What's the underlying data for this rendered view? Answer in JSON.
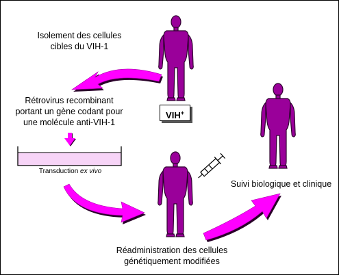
{
  "labels": {
    "isolation": [
      "Isolement des cellules",
      "cibles du VIH-1"
    ],
    "retrovirus": [
      "Rétrovirus recombinant",
      "portant un gène codant pour",
      "une molécule anti-VIH-1"
    ],
    "transduction_prefix": "Transduction ",
    "transduction_italic": "ex vivo",
    "suivi": "Suivi biologique et clinique",
    "readmin": [
      "Réadministration des cellules",
      "génétiquement modifiées"
    ]
  },
  "badge": {
    "text": "VIH",
    "sup": "+"
  },
  "colors": {
    "figure": "#9a009a",
    "figure_edge": "#2e002e",
    "arrow": "#ff00ff",
    "arrow_shadow": "#2a002a",
    "dish_fill": "#f7d4f7"
  },
  "icons": [
    "human-figure",
    "syringe-icon",
    "curved-arrow",
    "petri-dish"
  ]
}
